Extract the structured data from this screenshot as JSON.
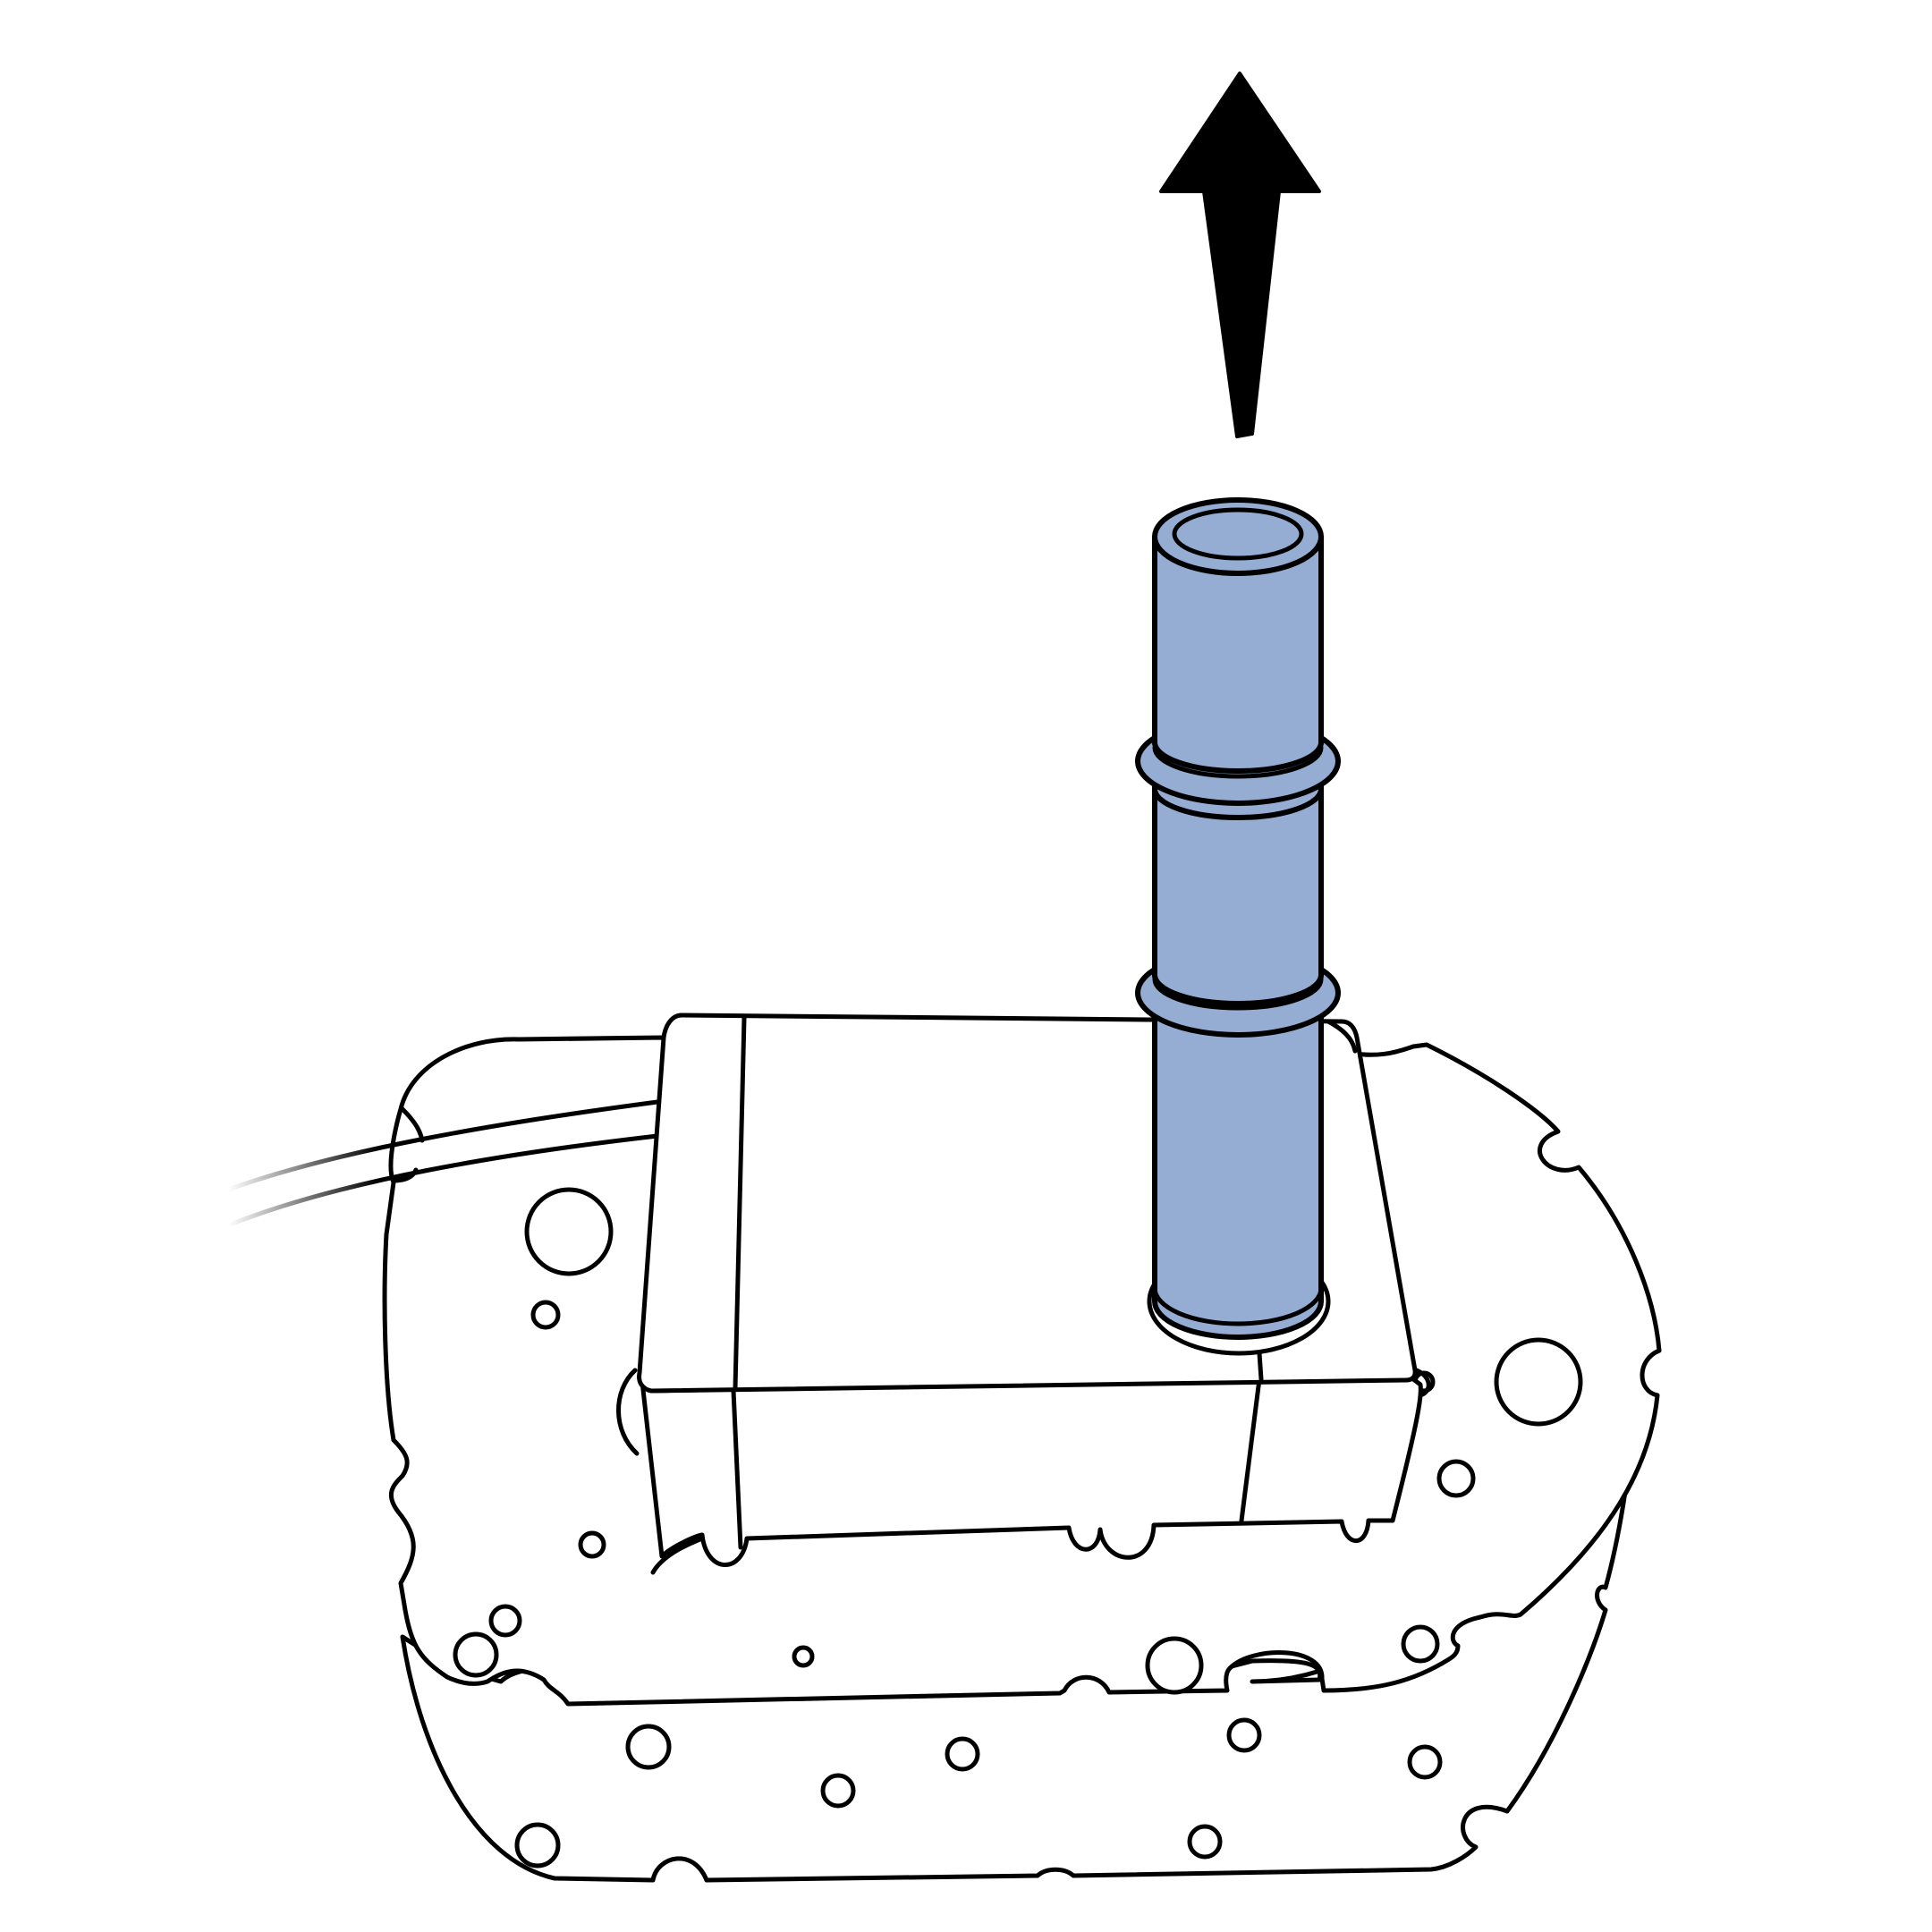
{
  "colors": {
    "background": "#ffffff",
    "outline": "#000000",
    "tube_fill": "#96add3",
    "arrow_fill": "#000000"
  },
  "diagram": {
    "arrow_direction": "up",
    "parts": [
      "lift-arrow",
      "outlet-tube",
      "tube-collar-upper",
      "tube-collar-lower",
      "pump-body",
      "power-cord",
      "filter-sponge"
    ]
  }
}
